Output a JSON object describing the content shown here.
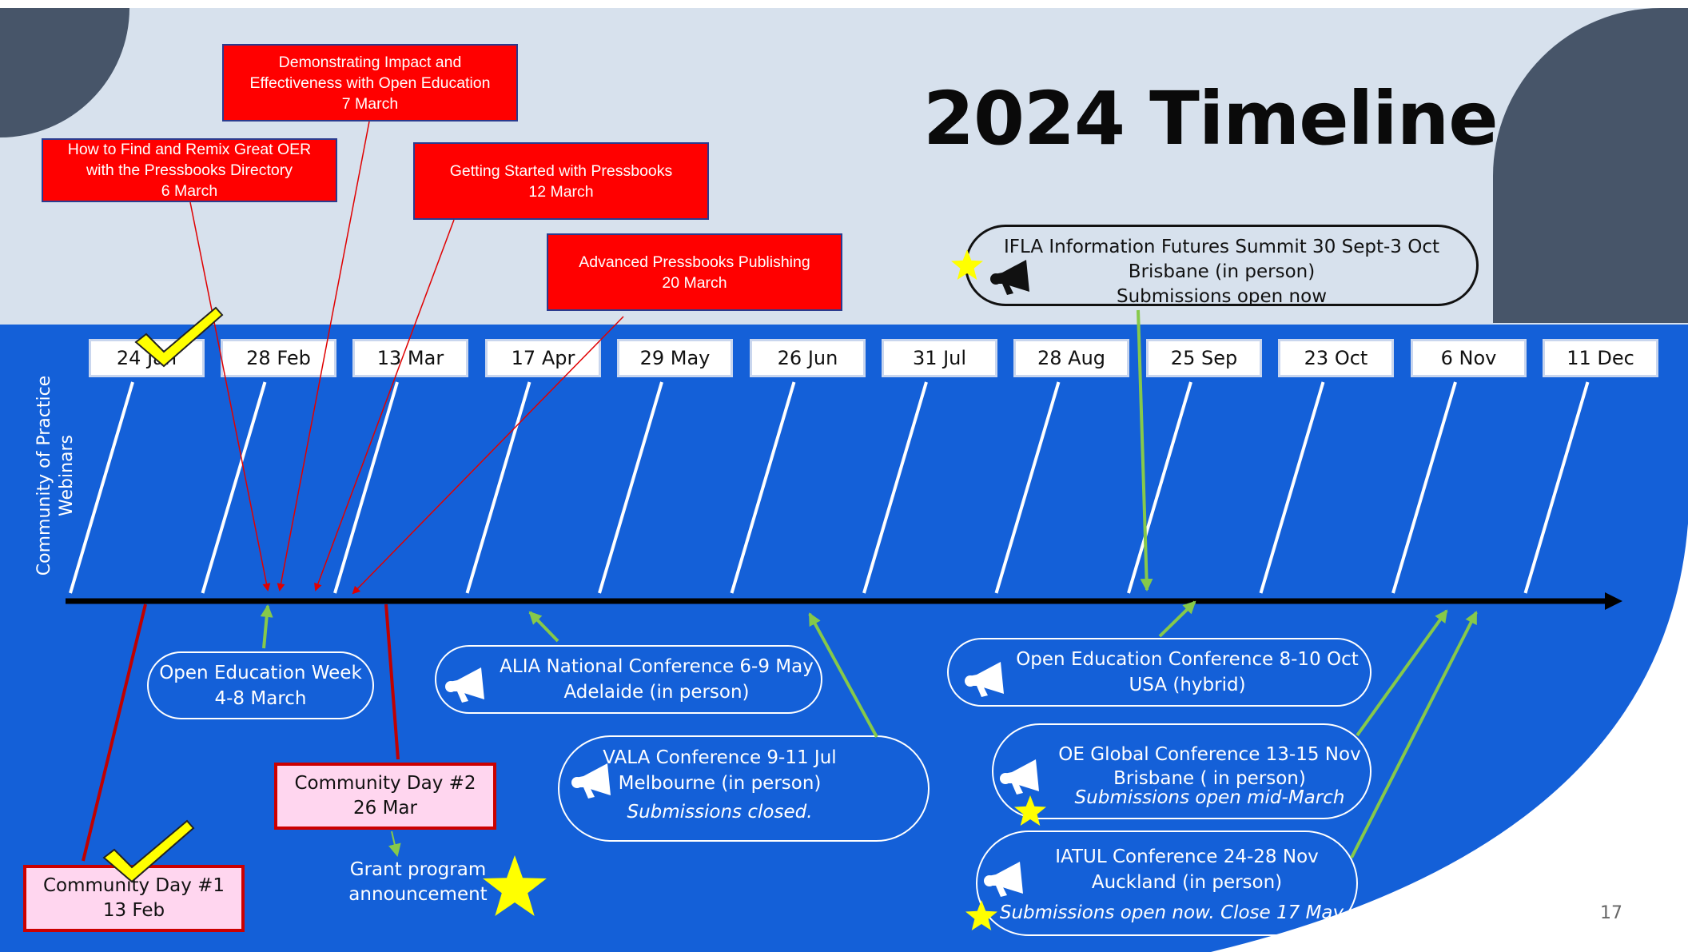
{
  "slide": {
    "title": "2024 Timeline",
    "axis_label_line1": "Community of Practice",
    "axis_label_line2": "Webinars",
    "page_number": "17",
    "colors": {
      "background_top": "#d7e1ed",
      "background_blue": "#1460d8",
      "corner_dark": "#475569",
      "webinar_box": "#ff0000",
      "community_box": "#ffd6ef",
      "arrow_green": "#86c94a",
      "star_yellow": "#ffff00"
    }
  },
  "dates": [
    "24 Jan",
    "28 Feb",
    "13 Mar",
    "17 Apr",
    "29 May",
    "26 Jun",
    "31 Jul",
    "28 Aug",
    "25 Sep",
    "23 Oct",
    "6 Nov",
    "11 Dec"
  ],
  "webinars": [
    {
      "line1": "Demonstrating Impact and",
      "line2": "Effectiveness with Open Education",
      "line3": "7 March"
    },
    {
      "line1": "How to Find and Remix Great OER",
      "line2": "with the Pressbooks Directory",
      "line3": "6 March"
    },
    {
      "line1": "Getting Started with Pressbooks",
      "line2": "12 March"
    },
    {
      "line1": "Advanced Pressbooks Publishing",
      "line2": "20 March"
    }
  ],
  "ifla": {
    "line1": "IFLA Information Futures Summit 30 Sept-3 Oct",
    "line2": "Brisbane (in person)",
    "line3": "Submissions open now"
  },
  "events": {
    "oe_week": {
      "line1": "Open Education Week",
      "line2": "4-8 March"
    },
    "alia": {
      "line1": "ALIA National Conference 6-9 May",
      "line2": "Adelaide (in person)"
    },
    "vala": {
      "line1": "VALA Conference 9-11 Jul",
      "line2": "Melbourne (in person)",
      "line3": "Submissions closed."
    },
    "oec": {
      "line1": "Open Education Conference 8-10 Oct",
      "line2": "USA (hybrid)"
    },
    "oeg": {
      "line1": "OE Global Conference 13-15 Nov",
      "line2": "Brisbane ( in person)",
      "line3": "Submissions open mid-March"
    },
    "iatul": {
      "line1": "IATUL Conference 24-28 Nov",
      "line2": "Auckland (in person)",
      "line3": "Submissions open now. Close 17 May"
    }
  },
  "community_days": [
    {
      "line1": "Community Day #1",
      "line2": "13 Feb"
    },
    {
      "line1": "Community Day #2",
      "line2": "26 Mar"
    }
  ],
  "grant": {
    "line1": "Grant program",
    "line2": "announcement"
  }
}
